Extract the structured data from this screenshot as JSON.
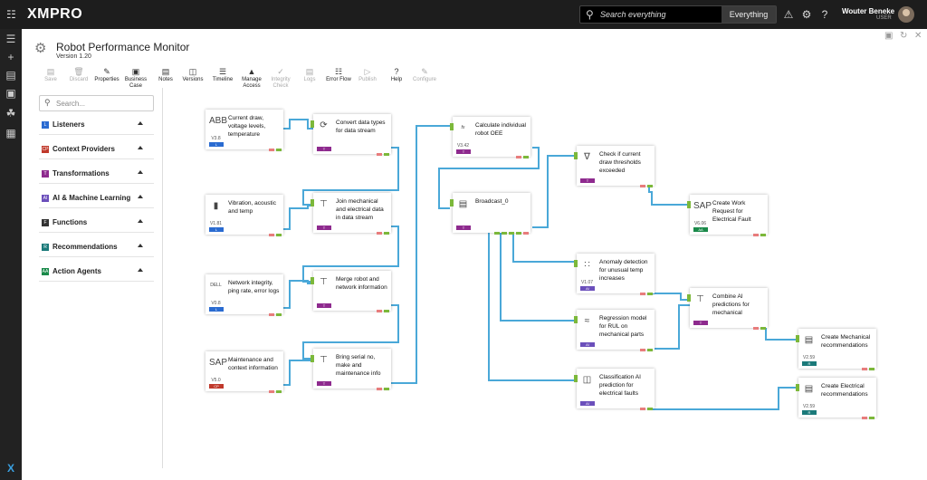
{
  "app": {
    "logo": "XMPRO",
    "search_placeholder": "Search everything",
    "search_scope": "Everything",
    "user_name": "Wouter Beneke",
    "user_role": "USER"
  },
  "page": {
    "title": "Robot Performance Monitor",
    "version": "Version 1.20"
  },
  "toolbar": [
    "Save",
    "Discard",
    "Properties",
    "Business Case",
    "Notes",
    "Versions",
    "Timeline",
    "Manage Access",
    "Integrity Check",
    "Logs",
    "Error Flow",
    "Publish",
    "Help",
    "Configure"
  ],
  "toolbar_disabled": [
    "Save",
    "Discard",
    "Integrity Check",
    "Logs",
    "Publish",
    "Configure"
  ],
  "sidebar": {
    "search_placeholder": "Search...",
    "categories": [
      {
        "label": "Listeners",
        "badge": "L",
        "color": "#2a6bd1"
      },
      {
        "label": "Context Providers",
        "badge": "CP",
        "color": "#c0392b"
      },
      {
        "label": "Transformations",
        "badge": "T",
        "color": "#8e2a8e"
      },
      {
        "label": "AI & Machine Learning",
        "badge": "AI",
        "color": "#6b4fbb"
      },
      {
        "label": "Functions",
        "badge": "F",
        "color": "#333333"
      },
      {
        "label": "Recommendations",
        "badge": "R",
        "color": "#1b7a7a"
      },
      {
        "label": "Action Agents",
        "badge": "AA",
        "color": "#1a8a4a"
      }
    ]
  },
  "nodes": [
    {
      "label": "Current draw, voltage levels, temperature",
      "version": "V3.8",
      "code": "L",
      "color": "#2a6bd1",
      "icon": "abb-icon"
    },
    {
      "label": "Vibration, acoustic and temp",
      "version": "V1.81",
      "code": "L",
      "color": "#2a6bd1",
      "icon": "sensor-icon"
    },
    {
      "label": "Network integrity, ping rate, error logs",
      "version": "V0.8",
      "code": "L",
      "color": "#2a6bd1",
      "icon": "dell-icon"
    },
    {
      "label": "Maintenance and context information",
      "version": "V5.0",
      "code": "CP",
      "color": "#c0392b",
      "icon": "sap-icon"
    },
    {
      "label": "Convert data types for data stream",
      "version": "",
      "code": "T",
      "color": "#8e2a8e",
      "icon": "convert-icon"
    },
    {
      "label": "Join mechanical and electrical data in data stream",
      "version": "",
      "code": "T",
      "color": "#8e2a8e",
      "icon": "join-icon"
    },
    {
      "label": "Merge robot and network information",
      "version": "",
      "code": "T",
      "color": "#8e2a8e",
      "icon": "merge-icon"
    },
    {
      "label": "Bring serial no, make and maintenance info",
      "version": "",
      "code": "T",
      "color": "#8e2a8e",
      "icon": "join-icon"
    },
    {
      "label": "Calculate individual robot OEE",
      "version": "V3.42",
      "code": "T",
      "color": "#8e2a8e",
      "icon": "function-icon"
    },
    {
      "label": "Broadcast_0",
      "version": "",
      "code": "T",
      "color": "#8e2a8e",
      "icon": "broadcast-icon"
    },
    {
      "label": "Check if current draw thresholds exceeded",
      "version": "",
      "code": "T",
      "color": "#8e2a8e",
      "icon": "filter-icon"
    },
    {
      "label": "Anomaly detection for unusual temp increases",
      "version": "V1.07",
      "code": "AI",
      "color": "#6b4fbb",
      "icon": "anomaly-icon"
    },
    {
      "label": "Regression model for RUL on mechanical parts",
      "version": "",
      "code": "AI",
      "color": "#6b4fbb",
      "icon": "regression-icon"
    },
    {
      "label": "Classification AI prediction for electrical faults",
      "version": "",
      "code": "AI",
      "color": "#6b4fbb",
      "icon": "classification-icon"
    },
    {
      "label": "Combine AI predictions for mechanical",
      "version": "",
      "code": "T",
      "color": "#8e2a8e",
      "icon": "join-icon"
    },
    {
      "label": "Create Work Request for Electrical Fault",
      "version": "V6.06",
      "code": "AA",
      "color": "#1a8a4a",
      "icon": "sap-icon"
    },
    {
      "label": "Create Mechanical recommendations",
      "version": "V2.59",
      "code": "R",
      "color": "#1b7a7a",
      "icon": "recommendation-icon"
    },
    {
      "label": "Create Electrical recommendations",
      "version": "V2.59",
      "code": "R",
      "color": "#1b7a7a",
      "icon": "recommendation-icon"
    }
  ]
}
